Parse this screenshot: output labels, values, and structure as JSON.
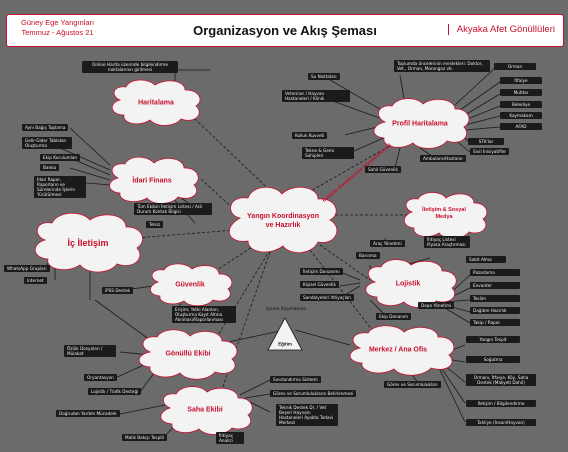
{
  "header": {
    "left_line1": "Güney Ege Yangınları",
    "left_line2": "Temmuz - Ağustos 21",
    "title": "Organizasyon ve Akış Şeması",
    "right": "Akyaka Afet Gönüllüleri"
  },
  "clouds": {
    "center": "Yangın Koordinasyon ve Hazırlık",
    "haritalama": "Haritalama",
    "profil": "Profil Haritalama",
    "idari": "İdari Finans",
    "iletisim": "İletişim & Sosyal Medya",
    "ic_iletisim": "İç İletişim",
    "guvenlik": "Güvenlik",
    "lojistik": "Lojistik",
    "gonullu": "Gönüllü Ekibi",
    "merkez": "Merkez / Ana Ofis",
    "saha": "Saha Ekibi"
  },
  "triangle": "Eğitim",
  "labels": {
    "online_harita": "Online Harita üzerinde bilgilendirme noktalarının girilmesi",
    "su_noktalari": "Su Noktaları",
    "veteriner": "Veteriner / Hayvan Hastaneleri / Klinik",
    "kolluk": "Kolluk Kuvveti",
    "tekne": "Tekne & Gemi Sahipleri",
    "toplumda": "Toplumda öncelerinin meslekleri: Doktor, Vet., Orman, Marangoz vb.",
    "orman": "Orman",
    "itfaiye": "İtfaiye",
    "muhtar": "Muhtar",
    "belediye": "Belediye",
    "kaymakam": "Kaymakam",
    "afad": "AFAD",
    "stklar": "STK'lar",
    "sivil": "Sivil İnisiyatifler",
    "ambulans": "Ambulans/Hastane",
    "saglik": "Sahil Güvenlik",
    "ayni": "Ayni Bağış Toplama",
    "gelir": "Gelir-Gider Tabloları Oluşturma",
    "ekip": "Ekip Kurulumları",
    "banka": "Banka",
    "idari_rapor": "İdari Rapor, Raporların ve Sürelerinde İşlerin Yürütülmesi",
    "tum_ekip": "Tüm Ekibin İletişim Listesi / Acil Durum Kontak Bilgisi",
    "telsiz": "Telsiz",
    "whatsapp": "WhatsApp Grupları",
    "internet": "Internet",
    "ipss": "iPSS Destek",
    "ara_yonetim": "Araç Yönetimi",
    "barinma": "Barınma",
    "ihtiyac": "İhtiyaç Listesi Piyasa Araştırması",
    "sabit_alma": "Sabit Alma",
    "pazarlama": "Pazarlama",
    "envanter": "Envanter",
    "teslim": "Teslim",
    "dagitim": "Dağıtım Hazırlık",
    "takip": "Takip / Rapor",
    "depo": "Depo Yönetimi",
    "iletisim_donanim": "İletişim Donanımı",
    "kisisel": "Kişisel Güvenlik",
    "sandalye": "Sandalyeler/ Ihtiyaçları",
    "ekip_donanim": "Ekip Donanım",
    "ipsam": "İpsam Kaymakam",
    "erisim": "Erişim; Yetki Alanları, Oluşturma Kayıt Altına Alınması/Raporlanması",
    "ozluk": "Özlük Dosyaları / Mülakat",
    "oryantasyon": "Oryantasyon",
    "lojistik_trafik": "Lojistik / Trafik Desteği",
    "sinirlandirma": "Sınırlandırma Sistemi",
    "gorev_sorumluluk_sik": "Görev ve Sorumlulukların Belirlenmesi",
    "teknik": "Teknik Destek Dr. / Vet Beşeri Hayvanı Hastaneleri Ayakta Tedavi Merkezi",
    "dogrudan": "Doğrudan Yardım Mücadele",
    "malik": "Malik Bakışı Tespiti",
    "ihtiyac_analizi": "İhtiyaç Analizi",
    "yangin_tespit": "Yangın Tespit",
    "sogutma": "Soğutma",
    "orman_itfaiye": "Ormanı, İtfaiye, Köy, Saha Destek (Maliyeti Dahil)",
    "iletisim_bilgi": "İletişim / Bilgilendirme",
    "tahliye": "Tahliye (İnsan/Hayvan)",
    "gorev_sorumluluk": "Görev ve Sorumlulukları",
    "red_diag": "İletişim Kanallarının Düzenlenmesi"
  },
  "colors": {
    "background": "#6b6b6b",
    "accent": "#c8102e",
    "cloud_fill": "#f3f3f3",
    "label_bg": "#1b1b1b"
  }
}
